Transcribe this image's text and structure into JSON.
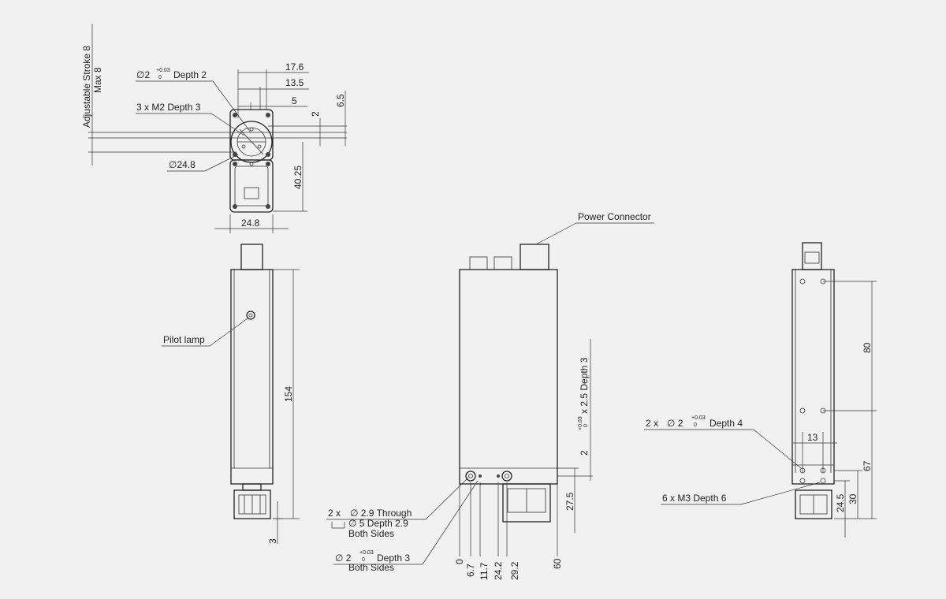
{
  "colors": {
    "background": "#f1f1f1",
    "line": "#222222"
  },
  "top_view": {
    "stroke_label": "Adjustable Stroke 8",
    "stroke_max": "Max 8",
    "hole_depth_prefix": "∅2",
    "tol_upper": "+0.03",
    "tol_lower": "0",
    "hole_depth_suffix": "Depth 2",
    "m2_label": "3 x M2 Depth 3",
    "dia_label": "∅24.8",
    "dim_17_6": "17.6",
    "dim_13_5": "13.5",
    "dim_5": "5",
    "dim_2": "2",
    "dim_6_5": "6.5",
    "dim_40_25": "40.25",
    "dim_24_8": "24.8"
  },
  "left_view": {
    "pilot_lamp": "Pilot lamp",
    "dim_154": "154",
    "dim_3": "3"
  },
  "front_view": {
    "power_connector": "Power Connector",
    "vertical_prefix": "2",
    "vertical_suffix": "x 2.5 Depth 3",
    "tol_upper": "+0.03",
    "tol_lower": "0",
    "through_prefix": "2 x",
    "through_label": "∅ 2.9 Through",
    "cbore_label": "∅ 5 Depth 2.9",
    "both_sides_1": "Both Sides",
    "pin_prefix": "∅ 2",
    "pin_suffix": "Depth 3",
    "both_sides_2": "Both Sides",
    "dim_27_5": "27.5",
    "bottom_dims": [
      "0",
      "6.7",
      "11.7",
      "24.2",
      "29.2",
      "60"
    ]
  },
  "right_view": {
    "pin_prefix": "2 x",
    "pin_dia": "∅ 2",
    "tol_upper": "+0.03",
    "tol_lower": "0",
    "pin_suffix": "Depth 4",
    "m3_label": "6 x M3 Depth 6",
    "dim_80": "80",
    "dim_13": "13",
    "dim_67": "67",
    "dim_30": "30",
    "dim_24_5": "24.5"
  }
}
